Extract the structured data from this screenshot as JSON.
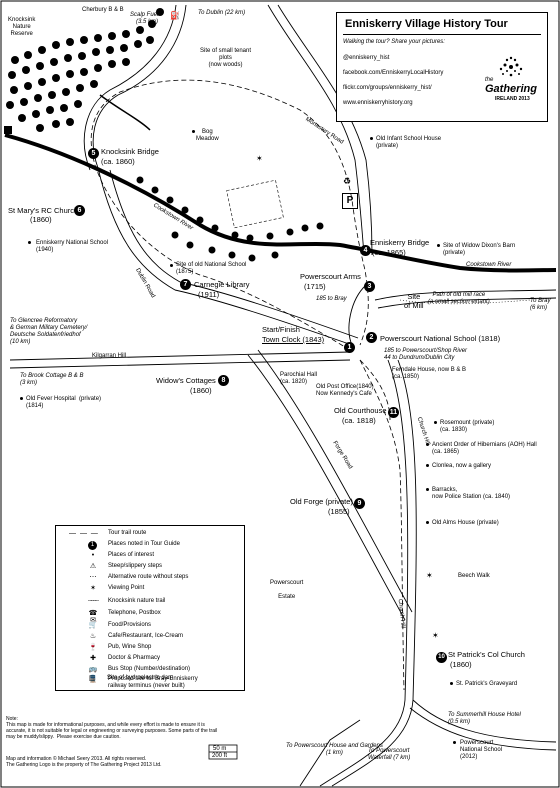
{
  "title_box": {
    "title": "Enniskerry Village History Tour",
    "prompt": "Walking the tour? Share your pictures:",
    "links": [
      "@enniskerry_hist",
      "facebook.com/EnniskerryLocalHistory",
      "flickr.com/groups/enniskerry_hist/",
      "www.enniskerryhistory.org"
    ],
    "logo_line1": "the",
    "logo_line2": "Gathering",
    "logo_line3": "IRELAND 2013"
  },
  "places": [
    {
      "n": "1",
      "label": "Start/Finish",
      "label2": "Town Clock (1843)"
    },
    {
      "n": "2",
      "label": "Powerscourt National School (1818)"
    },
    {
      "n": "3",
      "label": "Powerscourt Arms",
      "label2": "(1715)"
    },
    {
      "n": "4",
      "label": "Enniskerry Bridge",
      "label2": "(ca. 1865)"
    },
    {
      "n": "5",
      "label": "Knocksink Bridge",
      "label2": "(ca. 1860)"
    },
    {
      "n": "6",
      "label": "St Mary's RC Church",
      "label2": "(1860)"
    },
    {
      "n": "7",
      "label": "Carnegie Library",
      "label2": "(1911)"
    },
    {
      "n": "8",
      "label": "Widow's Cottages",
      "label2": "(1860)"
    },
    {
      "n": "9",
      "label": "Old Forge (private)",
      "label2": "(1855)"
    },
    {
      "n": "10",
      "label": "St Patrick's Col Church",
      "label2": "(1860)"
    },
    {
      "n": "11",
      "label": "Old Courthouse",
      "label2": "(ca. 1818)"
    }
  ],
  "labels": {
    "cherbury": "Cherbury B & B",
    "scalp_fuel": "Scalp Fuel",
    "scalp_fuel_dist": "(3.5 km)",
    "to_dublin": "To Dublin (22 km)",
    "knocksink_reserve": "Knocksink\nNature\nReserve",
    "tenant_plots": "Site of small tenant\nplots\n(now woods)",
    "bog_meadow": "Bog\nMeadow",
    "monastery_road": "Monastery Road",
    "old_infant": "Old Infant School House\n(private)",
    "cookstown_river_w": "Cookstown River",
    "cookstown_river_e": "Cookstown River",
    "national_school_1940": "Enniskerry National School\n(1940)",
    "dublin_road": "Dublin Road",
    "old_ns_1875": "Site of old National School\n(1875)",
    "widow_dixon": "Site of Widow Dixon's Barn\n(private)",
    "site_of_mill": "Site\nof Mill",
    "mill_race": "Path of old mill race\n(a small section extant)",
    "to_bray_6": "To Bray\n(6 km)",
    "to_bray_185": "185 to Bray",
    "glencree": "To Glencree Reformatory\n& German Military Cemetery/\nDeutsche Soldatenfriedhof\n(10 km)",
    "kilgarran": "Kilgarran Hill",
    "bus_185": "185 to Powerscourt/Shop River\n44 to Dundrum/Dublin City",
    "ferndale": "Ferndale House, now B & B\n(ca. 1850)",
    "parochial_hall": "Parochial Hall\n(ca. 1820)",
    "old_post_office": "Old Post Office(1840)\nNow Kennedy's Cafe",
    "brook_cottage": "To Brook Cottage B & B\n(3 km)",
    "fever_hospital": "Old Fever Hospital  (private)\n(1814)",
    "rosemount": "Rosemount (private)\n(ca. 1830)",
    "church_hill_1": "Church Hill",
    "aoh_hall": "Ancient Order of Hibernians (AOH) Hall\n(ca. 1865)",
    "clonlea": "Clonlea, now a gallery",
    "barracks": "Barracks,\nnow Police Station (ca. 1840)",
    "forge_road": "Forge Road",
    "old_alms": "Old Alms House (private)",
    "powerscourt_estate": "Powerscourt\n\nEstate",
    "beech_walk": "Beech Walk",
    "church_hill_2": "Church Hill",
    "st_patricks_graveyard": "St. Patrick's Graveyard",
    "summerhill": "To Summerhill House Hotel\n(0.5 km)",
    "powerscourt_ns_2012": "Powerscourt\nNational School\n(2012)",
    "to_house_gardens": "To Powerscourt House and Gardens\n(1 km)",
    "to_waterfall": "To Powerscourt\nWaterfall (7 km)",
    "scale_50m": "50 m",
    "scale_200ft": "200 ft"
  },
  "legend": [
    {
      "icon": "dash-line",
      "text": "Tour trail route"
    },
    {
      "icon": "number-circle",
      "text": "Places noted in Tour Guide"
    },
    {
      "icon": "dot",
      "text": "Places of interest"
    },
    {
      "icon": "steps-icon",
      "text": "Steep/slippery steps"
    },
    {
      "icon": "dotted-arrow",
      "text": "Alternative route without steps"
    },
    {
      "icon": "viewpoint-icon",
      "text": "Viewing Point"
    },
    {
      "icon": "nature-trail",
      "text": "Knocksink nature trail"
    },
    {
      "icon": "phone-post-icon",
      "text": "Telephone, Postbox"
    },
    {
      "icon": "food-icon",
      "text": "Food/Provisions"
    },
    {
      "icon": "cafe-icon",
      "text": "Cafe/Restaurant, Ice-Cream"
    },
    {
      "icon": "pub-icon",
      "text": "Pub, Wine Shop"
    },
    {
      "icon": "doctor-icon",
      "text": "Doctor & Pharmacy"
    },
    {
      "icon": "bus-icon",
      "text": "Bus Stop (Number/destination)"
    },
    {
      "icon": "railway-icon",
      "text": "Proposed site for Bray-Enniskerry\nrailway terminus (never built)"
    },
    {
      "icon": "dam-icon",
      "text": "Site of hydroelectric dam"
    }
  ],
  "note": "Note:\nThis map is made for informational purposes, and while every effort is made to ensure it is\naccurate, it is not suitable for legal or engineering or surveying purposes. Some parts of the trail\nmay be muddy/slippy.  Please exercise due caution.",
  "credits": "Map and information © Michael Seery 2013. All rights reserved.\nThe Gathering Logo is the property of The Gathering Project 2013 Ltd."
}
